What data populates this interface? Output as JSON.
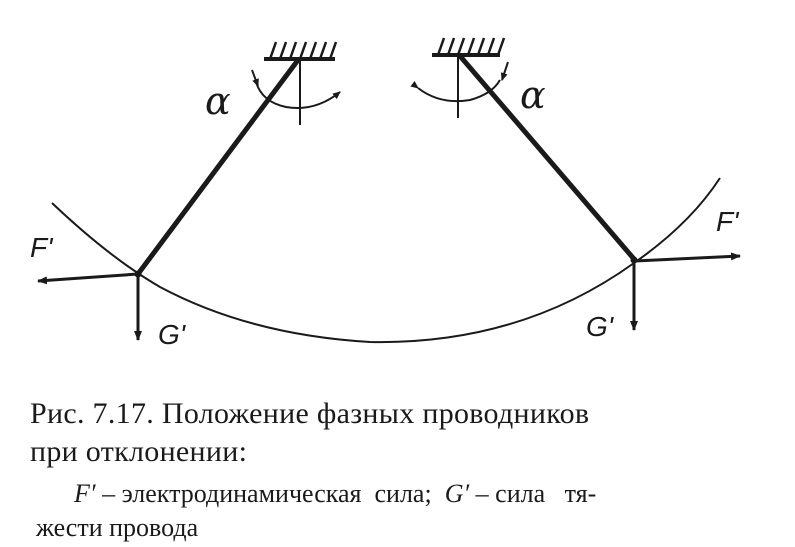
{
  "labels": {
    "alpha_left": "α",
    "alpha_right": "α",
    "F_left": "F'",
    "F_right": "F'",
    "G_left": "G'",
    "G_right": "G'"
  },
  "caption": {
    "line1": "Рис. 7.17. Положение фазных проводников",
    "line2": "при отклонении:",
    "legend_F_sym": "F′",
    "legend_F_text": " – электродинамическая  сила;  ",
    "legend_G_sym": "G′",
    "legend_G_text": " – сила   тя-",
    "legend_line2": "жести провода"
  },
  "colors": {
    "ink": "#1a1a1a",
    "paper": "#ffffff"
  }
}
